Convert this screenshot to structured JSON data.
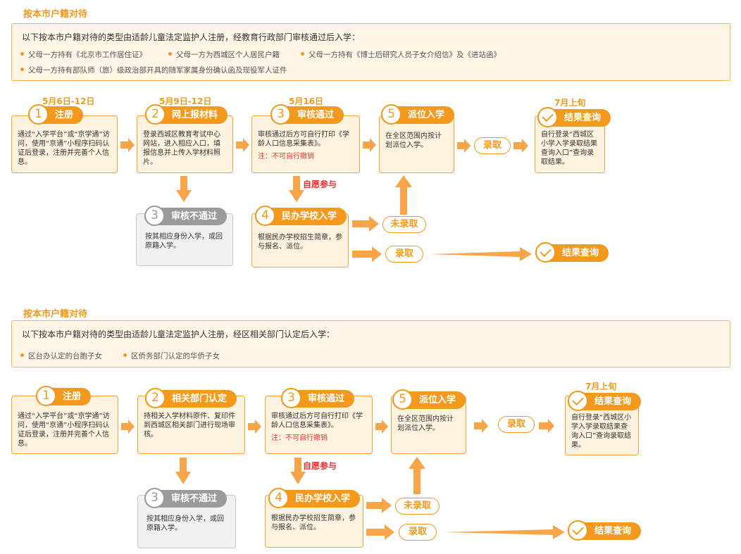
{
  "sections": [
    {
      "title": "按本市户籍对待",
      "intro": "以下按本市户籍对待的类型由适龄儿童法定监护人注册，经教育行政部门审核通过后入学：",
      "bullets": [
        "父母一方持有《北京市工作居住证》",
        "父母一方为西城区个人居民户籍",
        "父母一方持有《博士后研究人员子女介绍信》及《进站函》",
        "父母一方持有部队师（旅）级政治部开具的随军家属身份确认函及现役军人证件"
      ],
      "steps": [
        {
          "date": "5月6日-12日",
          "num": "1",
          "label": "注册",
          "text": "通过“入学平台”或“京学通”访问，使用“京通”小程序扫码认证后登录，注册并完善个人信息。"
        },
        {
          "date": "5月9日-12日",
          "num": "2",
          "label": "网上报材料",
          "text": "登录西城区教育考试中心网站，进入相应入口，填报信息并上传入学材料照片。"
        },
        {
          "date": "5月16日",
          "num": "3",
          "label": "审核通过",
          "text": "审核通过后方可自行打印《学龄人口信息采集表》。",
          "note": "注：不可自行撤销"
        },
        {
          "num": "5",
          "label": "派位入学",
          "text": "在全区范围内按计划派位入学。"
        },
        {
          "date": "7月上旬",
          "label": "结果查询",
          "text": "自行登录“西城区小学入学录取结果查询入口”查询录取结果。"
        }
      ],
      "fail": {
        "num": "3",
        "label": "审核不通过",
        "text": "按其相应身份入学，或回原籍入学。"
      },
      "private": {
        "num": "4",
        "label": "民办学校入学",
        "text": "根据民办学校招生简章，参与报名、派位。"
      },
      "volunteer": "自愿参与",
      "admit": "录取",
      "not_admit": "未录取",
      "admit2": "录取",
      "result2": "结果查询"
    },
    {
      "title": "按本市户籍对待",
      "intro": "以下按本市户籍对待的类型由适龄儿童法定监护人注册，经区相关部门认定后入学：",
      "bullets": [
        "区台办认定的台胞子女",
        "区侨务部门认定的华侨子女"
      ],
      "steps": [
        {
          "num": "1",
          "label": "注册",
          "text": "通过“入学平台”或“京学通”访问，使用“京通”小程序扫码认证后登录，注册并完善个人信息。"
        },
        {
          "num": "2",
          "label": "相关部门认定",
          "text": "持相关入学材料原件、复印件到西城区相关部门进行现场审核。"
        },
        {
          "num": "3",
          "label": "审核通过",
          "text": "审核通过后方可自行打印《学龄人口信息采集表》。",
          "note": "注：不可自行撤销"
        },
        {
          "num": "5",
          "label": "派位入学",
          "text": "在全区范围内按计划派位入学。"
        },
        {
          "date": "7月上旬",
          "label": "结果查询",
          "text": "自行登录“西城区小学入学录取结果查询入口”查询录取结果。"
        }
      ],
      "fail": {
        "num": "3",
        "label": "审核不通过",
        "text": "按其相应身份入学，或回原籍入学。"
      },
      "private": {
        "num": "4",
        "label": "民办学校入学",
        "text": "根据民办学校招生简章，参与报名、派位。"
      },
      "volunteer": "自愿参与",
      "admit": "录取",
      "not_admit": "未录取",
      "admit2": "录取",
      "result2": "结果查询"
    }
  ],
  "colors": {
    "accent": "#f39a1e",
    "box_fill": "#fff3e0",
    "box_border": "#f6a33a",
    "grey": "#9b9b9b",
    "note_red": "#e8362f"
  }
}
